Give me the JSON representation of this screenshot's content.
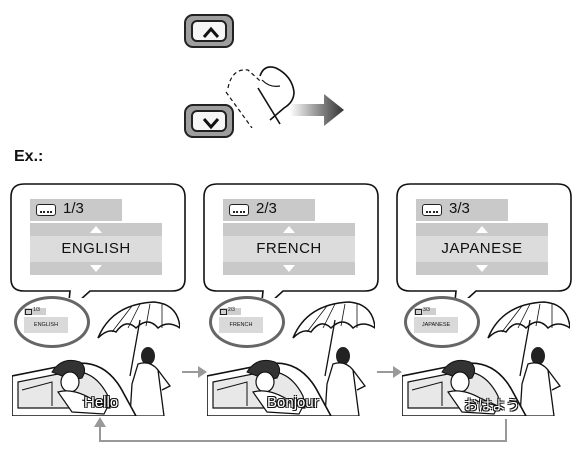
{
  "remote": {
    "up_key_icon": "chevron-up-icon",
    "down_key_icon": "chevron-down-icon"
  },
  "example_label": "Ex.:",
  "callouts": [
    {
      "index": "1/3",
      "language": "ENGLISH"
    },
    {
      "index": "2/3",
      "language": "FRENCH"
    },
    {
      "index": "3/3",
      "language": "JAPANESE"
    }
  ],
  "scenes": [
    {
      "mini_index": "1/3",
      "mini_language": "ENGLISH",
      "subtitle": "Hello"
    },
    {
      "mini_index": "2/3",
      "mini_language": "FRENCH",
      "subtitle": "Bonjour"
    },
    {
      "mini_index": "3/3",
      "mini_language": "JAPANESE",
      "subtitle": "おはよう"
    }
  ],
  "colors": {
    "arrow": "#999999",
    "ring": "#666666",
    "panel": "#c9c9c9"
  }
}
